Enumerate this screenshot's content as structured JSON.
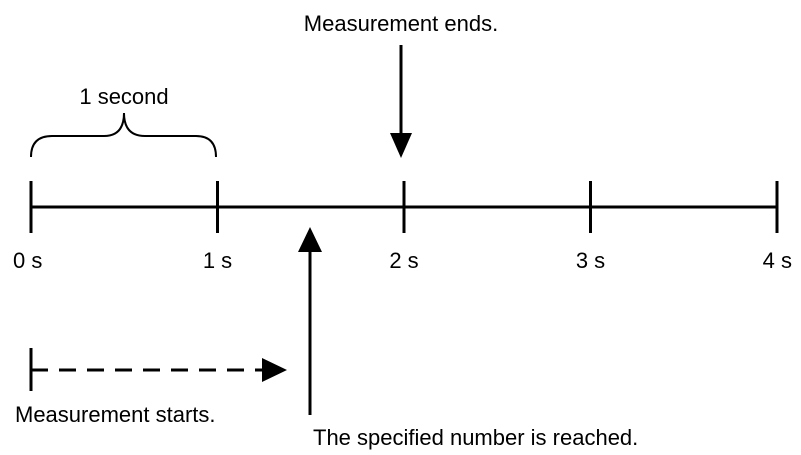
{
  "labels": {
    "measurement_ends": "Measurement ends.",
    "interval": "1 second",
    "measurement_starts": "Measurement starts.",
    "specified_number_reached": "The specified number is reached."
  },
  "ticks": [
    {
      "label": "0 s",
      "value": 0
    },
    {
      "label": "1 s",
      "value": 1
    },
    {
      "label": "2 s",
      "value": 2
    },
    {
      "label": "3 s",
      "value": 3
    },
    {
      "label": "4 s",
      "value": 4
    }
  ],
  "events": {
    "measurement_ends_at": 2,
    "specified_number_at": 1.5
  },
  "colors": {
    "ink": "#000000",
    "background": "#ffffff"
  }
}
